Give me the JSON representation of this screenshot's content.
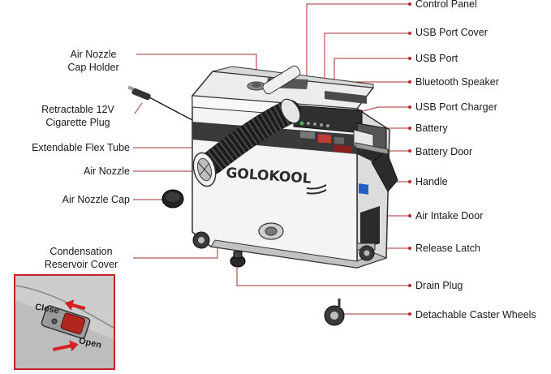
{
  "brand": "GOLOKOOL",
  "labels": {
    "control_panel": "Control Panel",
    "usb_port_cover": "USB Port Cover",
    "usb_port": "USB Port",
    "bluetooth_speaker": "Bluetooth Speaker",
    "usb_port_charger": "USB Port Charger",
    "battery": "Battery",
    "battery_door": "Battery Door",
    "handle": "Handle",
    "air_intake_door": "Air Intake Door",
    "release_latch": "Release Latch",
    "drain_plug": "Drain Plug",
    "detachable_caster_wheels": "Detachable Caster Wheels",
    "air_nozzle_cap_holder_1": "Air Nozzle",
    "air_nozzle_cap_holder_2": "Cap Holder",
    "retractable_plug_1": "Retractable 12V",
    "retractable_plug_2": "Cigarette Plug",
    "extendable_flex_tube": "Extendable Flex Tube",
    "air_nozzle": "Air Nozzle",
    "air_nozzle_cap": "Air Nozzle Cap",
    "condensation_cover_1": "Condensation",
    "condensation_cover_2": "Reservoir Cover"
  },
  "inset": {
    "close_label": "Close",
    "open_label": "Open"
  },
  "colors": {
    "label_text": "#1a1a1a",
    "leader_line": "#a03030",
    "leader_dot": "#c4232a",
    "inset_border": "#c4232a",
    "arrow_red": "#d42020",
    "body_white": "#f4f4f4",
    "body_dark_band": "#3a3a3a"
  }
}
